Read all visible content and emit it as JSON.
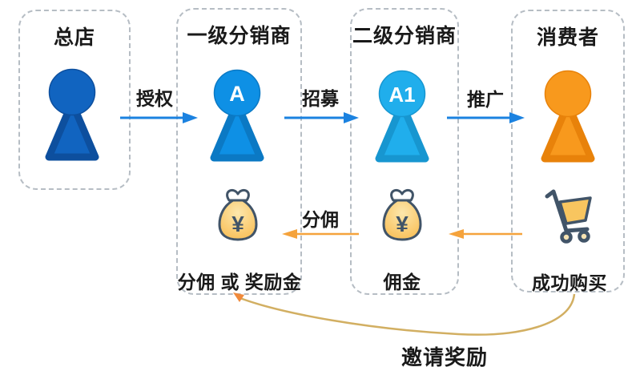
{
  "columns": [
    {
      "title": "总店"
    },
    {
      "title": "一级分销商",
      "figure_label": "A",
      "reward_label": "分佣 或 奖励金"
    },
    {
      "title": "二级分销商",
      "figure_label": "A1",
      "reward_label": "佣金"
    },
    {
      "title": "消费者",
      "reward_label": "成功购买"
    }
  ],
  "arrows": {
    "authorize": "授权",
    "recruit": "招募",
    "promote": "推广",
    "commission_share": "分佣",
    "invite_reward": "邀请奖励"
  },
  "icons": {
    "money_bag_symbol": "¥",
    "money_bag": "money-bag-icon",
    "shopping_cart": "shopping-cart-icon",
    "pawn": "pawn-figure-icon"
  },
  "colors": {
    "head_store_blue": "#1164C0",
    "level1_blue": "#0E90E5",
    "level2_blue": "#20AEEC",
    "consumer_orange": "#F8991D",
    "arrow_blue": "#1B82E0",
    "arrow_orange": "#F5A33C",
    "curve_gold": "#D2AF62",
    "curve_head_orange": "#F08A3C",
    "icon_outline": "#415468",
    "icon_gold": "#F8C55F"
  }
}
